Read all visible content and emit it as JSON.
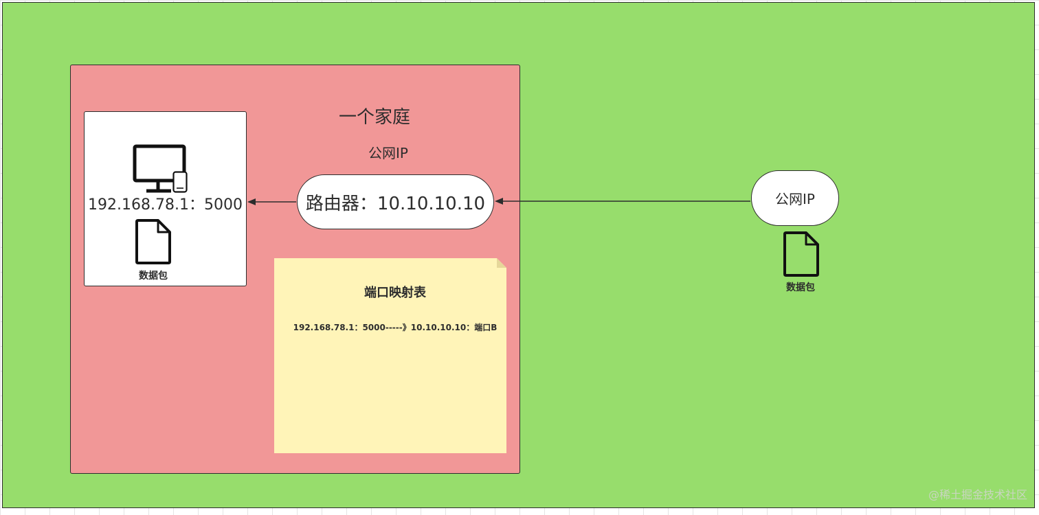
{
  "diagram": {
    "house_title": "一个家庭",
    "house_public_ip_label": "公网IP",
    "device_address": "192.168.78.1：5000",
    "packet_label_left": "数据包",
    "router_label": "路由器：10.10.10.10",
    "public_ip_node_label": "公网IP",
    "packet_label_right": "数据包",
    "note": {
      "title": "端口映射表",
      "entry": "192.168.78.1：5000-----》10.10.10.10：端口B"
    },
    "watermark": "@稀土掘金技术社区"
  },
  "colors": {
    "outer_fill": "#97dd6c",
    "house_fill": "#f19797",
    "note_fill": "#fff4b8",
    "node_fill": "#ffffff",
    "stroke": "#2c2c2c"
  },
  "icons": [
    "monitor-icon",
    "phone-icon",
    "document-icon"
  ]
}
